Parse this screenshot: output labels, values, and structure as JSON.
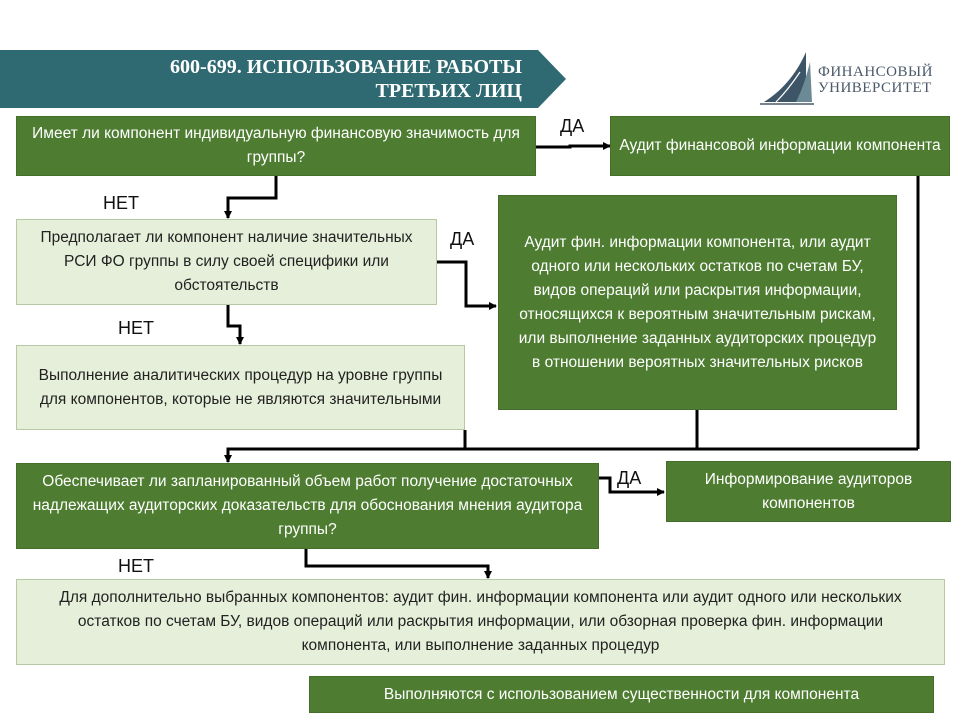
{
  "header": {
    "title_line1": "600-699. ИСПОЛЬЗОВАНИЕ РАБОТЫ",
    "title_line2": "ТРЕТЬИХ ЛИЦ"
  },
  "logo": {
    "line1": "ФИНАНСОВЫЙ",
    "line2": "УНИВЕРСИТЕТ",
    "icon": "sail-logo-icon"
  },
  "colors": {
    "banner": "#2f6a72",
    "box_dark": "#4e7d32",
    "box_light": "#e6efd9",
    "arrow": "#000000"
  },
  "flow": {
    "q1": "Имеет ли компонент индивидуальную финансовую значимость для группы?",
    "r1": "Аудит финансовой информации компонента",
    "q2": "Предполагает ли компонент наличие значительных РСИ ФО группы в силу своей специфики или обстоятельств",
    "r2": "Аудит фин. информации компонента, или аудит одного или нескольких остатков  по счетам БУ, видов операций или раскрытия информации, относящихся к вероятным значительным рискам, или выполнение заданных аудиторских процедур в отношении вероятных значительных рисков",
    "s3": "Выполнение аналитических процедур на уровне группы для компонентов, которые не являются значительными",
    "q4": "Обеспечивает ли запланированный объем работ получение достаточных надлежащих аудиторских доказательств для обоснования мнения аудитора группы?",
    "r4": "Информирование аудиторов компонентов",
    "s5": "Для дополнительно выбранных компонентов: аудит фин. информации компонента или аудит одного или нескольких остатков по счетам БУ, видов операций или раскрытия информации, или обзорная проверка фин. информации компонента, или выполнение заданных процедур",
    "footer": "Выполняются с использованием  существенности для компонента"
  },
  "labels": {
    "yes1": "ДА",
    "no1": "НЕТ",
    "yes2": "ДА",
    "no2": "НЕТ",
    "yes3": "ДА",
    "no3": "НЕТ"
  }
}
